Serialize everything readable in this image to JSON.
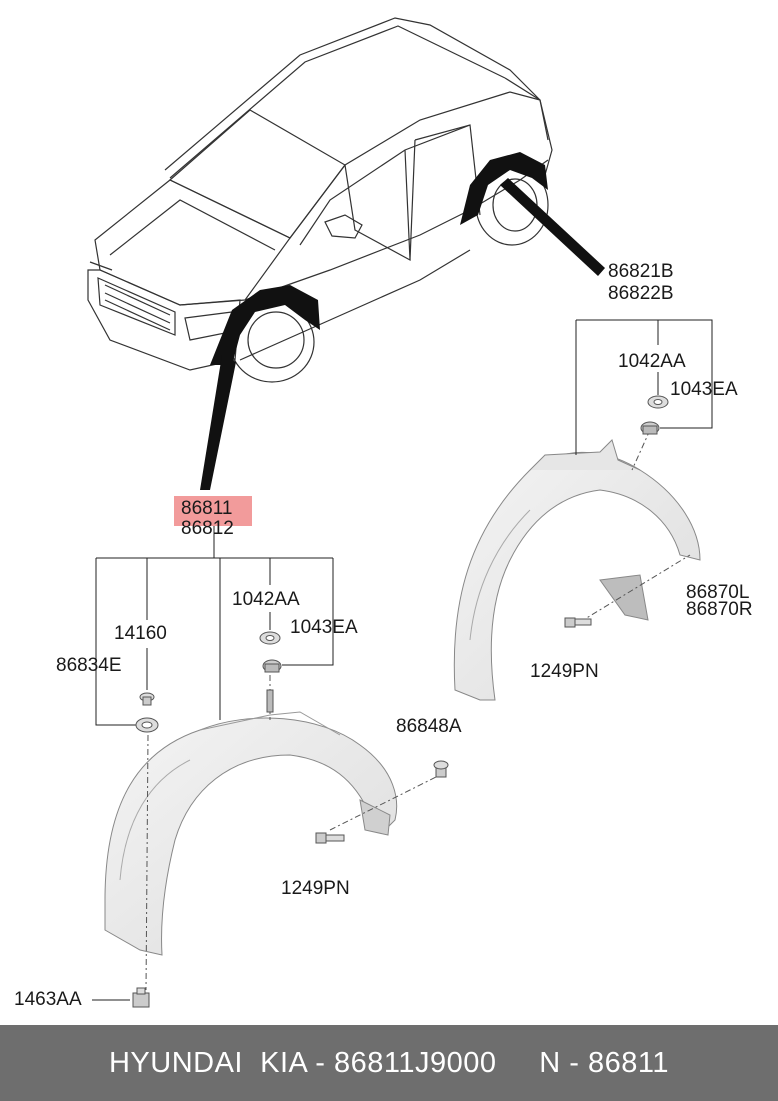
{
  "labels": {
    "rear_part_1": "86821B",
    "rear_part_2": "86822B",
    "rear_washer": "1042AA",
    "rear_nut": "1043EA",
    "rear_flap_l": "86870L",
    "rear_flap_r": "86870R",
    "rear_screw": "1249PN",
    "front_part_1": "86811",
    "front_part_2": "86812",
    "front_washer": "1042AA",
    "front_nut": "1043EA",
    "front_fastener": "14160",
    "front_bracket": "86834E",
    "front_clip": "86848A",
    "front_screw": "1249PN",
    "bottom_bolt": "1463AA"
  },
  "footer": {
    "text": "HYUNDAI  KIA - 86811J9000     N - 86811"
  },
  "colors": {
    "highlight": "#f08a8a",
    "footer_bg": "#6e6e6e",
    "footer_text": "#ffffff"
  }
}
